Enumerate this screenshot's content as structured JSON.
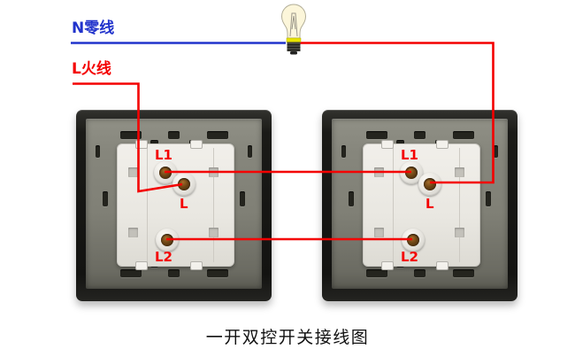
{
  "legend": {
    "neutral_label": "N零线",
    "live_label": "L火线"
  },
  "colors": {
    "neutral_wire": "#2133cc",
    "live_wire": "#f40000",
    "terminal_label": "#f40000",
    "caption_text": "#111111",
    "switch_frame": "#1a1a17",
    "switch_plate": "#808076",
    "bulb_glass": "#fcf6da"
  },
  "bulb": {
    "icon": "light-bulb"
  },
  "switches": [
    {
      "name": "left-switch",
      "terminals": {
        "l1": "L1",
        "l": "L",
        "l2": "L2"
      }
    },
    {
      "name": "right-switch",
      "terminals": {
        "l1": "L1",
        "l": "L",
        "l2": "L2"
      }
    }
  ],
  "caption": {
    "text": "一开双控开关接线图"
  }
}
